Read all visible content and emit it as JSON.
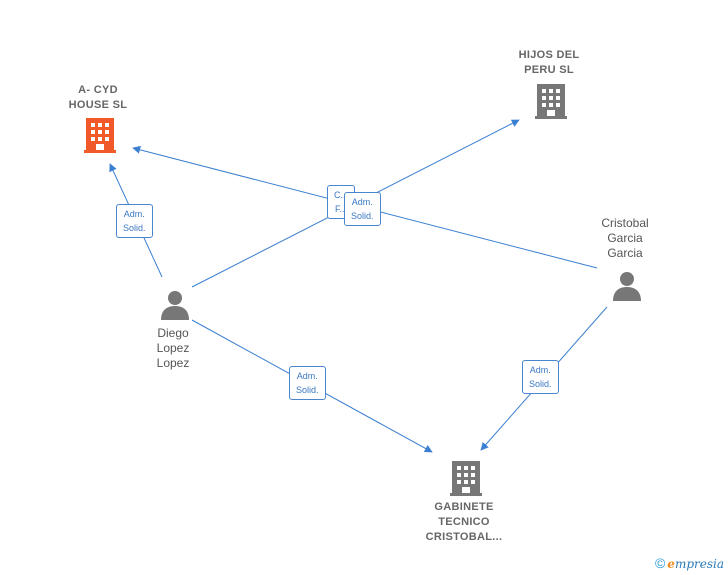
{
  "nodes": {
    "acyd": {
      "label_line1": "A- CYD",
      "label_line2": "HOUSE  SL",
      "icon": "building-icon",
      "color": "#f05a28"
    },
    "hijos": {
      "label_line1": "HIJOS DEL",
      "label_line2": "PERU  SL",
      "icon": "building-icon",
      "color": "#777777"
    },
    "gabinete": {
      "label_line1": "GABINETE",
      "label_line2": "TECNICO",
      "label_line3": "CRISTOBAL...",
      "icon": "building-icon",
      "color": "#777777"
    },
    "diego": {
      "label_line1": "Diego",
      "label_line2": "Lopez",
      "label_line3": "Lopez",
      "icon": "person-icon",
      "color": "#777777"
    },
    "cristobal": {
      "label_line1": "Cristobal",
      "label_line2": "Garcia",
      "label_line3": "Garcia",
      "icon": "person-icon",
      "color": "#777777"
    }
  },
  "edges": {
    "diego_acyd": {
      "line1": "Adm.",
      "line2": "Solid."
    },
    "diego_hijos": {
      "line1": "C...",
      "line2": "F..."
    },
    "cristobal_acyd": {
      "line1": "Adm.",
      "line2": "Solid."
    },
    "diego_gabinete": {
      "line1": "Adm.",
      "line2": "Solid."
    },
    "cristobal_gabinete": {
      "line1": "Adm.",
      "line2": "Solid."
    }
  },
  "colors": {
    "edge": "#3b7fd0"
  },
  "watermark": {
    "symbol": "©",
    "brand_e": "e",
    "brand_rest": "mpresia"
  }
}
